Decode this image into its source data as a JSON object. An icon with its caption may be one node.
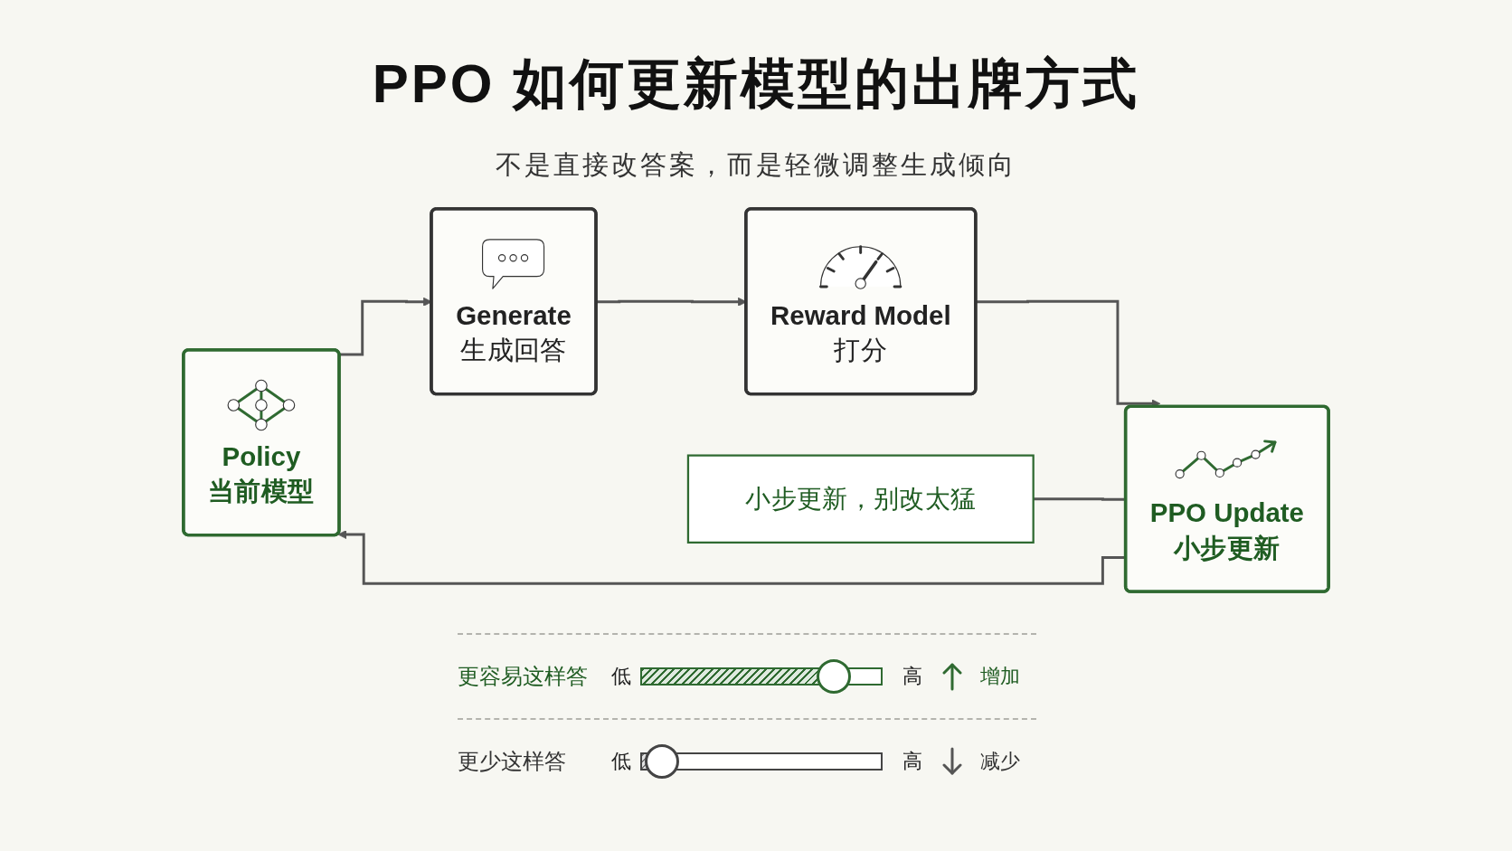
{
  "diagram": {
    "title": "PPO 如何更新模型的出牌方式",
    "nodes": [
      {
        "text": [
          "Policy",
          "当前模型"
        ]
      },
      {
        "text": [
          "Generate",
          "生成回答"
        ]
      },
      {
        "text": [
          "Reward Model",
          "打分"
        ]
      },
      {
        "text": [
          "PPO Update",
          "小步更新"
        ]
      },
      {
        "text": [
          "小步更新，别改太猛"
        ]
      }
    ],
    "edges": [
      {
        "from": 0,
        "to": 1,
        "arrow": "to"
      },
      {
        "from": 1,
        "to": 2,
        "arrow": "to"
      },
      {
        "from": 2,
        "to": 3,
        "arrow": "to"
      },
      {
        "from": 3,
        "to": 0,
        "arrow": "to"
      },
      {
        "from": 4,
        "to": 3,
        "arrow": "none"
      }
    ],
    "labels": [
      "不是直接改答案，而是轻微调整生成倾向",
      "更容易这样答",
      "低",
      "高",
      "增加",
      "更少这样答",
      "低",
      "高",
      "减少"
    ]
  }
}
